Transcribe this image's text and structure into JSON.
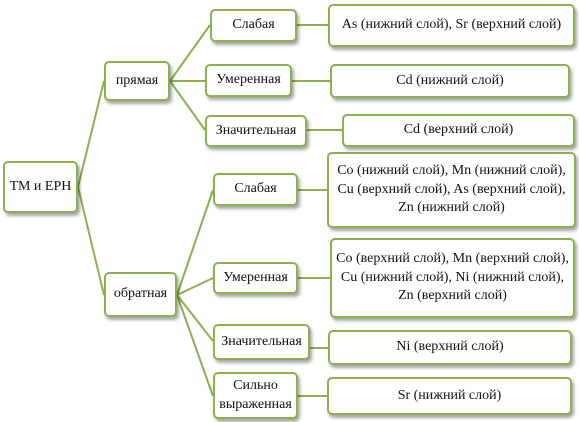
{
  "root": {
    "label": "ТМ и ЕРН"
  },
  "branches": [
    {
      "label": "прямая",
      "items": [
        {
          "level": "Слабая",
          "elements": "As (нижний слой), Sr (верхний слой)"
        },
        {
          "level": "Умеренная",
          "elements": "Cd (нижний слой)"
        },
        {
          "level": "Значительная",
          "elements": "Cd (верхний слой)"
        }
      ]
    },
    {
      "label": "обратная",
      "items": [
        {
          "level": "Слабая",
          "elements": "Co (нижний слой), Mn (нижний слой), Cu (верхний слой), As (верхний слой), Zn (нижний слой)"
        },
        {
          "level": "Умеренная",
          "elements": "Co (верхний слой), Mn (верхний слой), Cu (нижний слой), Ni (нижний слой), Zn (верхний слой)"
        },
        {
          "level": "Значительная",
          "elements": "Ni (верхний слой)"
        },
        {
          "level": "Сильно выраженная",
          "elements": "Sr (нижний слой)"
        }
      ]
    }
  ],
  "colors": {
    "line": "#8db04f",
    "border": "#8db04f",
    "text": "#111111"
  }
}
